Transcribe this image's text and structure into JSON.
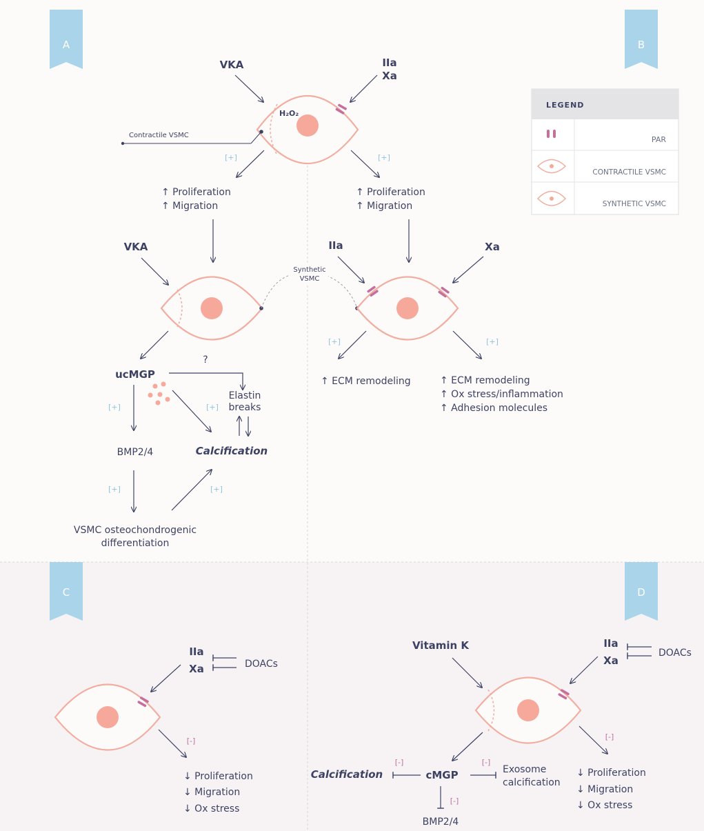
{
  "panels": {
    "a": "A",
    "b": "B",
    "c": "C",
    "d": "D"
  },
  "legend": {
    "title": "LEGEND",
    "par": "PAR",
    "contractile": "CONTRACTILE VSMC",
    "synthetic": "SYNTHETIC VSMC"
  },
  "panel_a": {
    "vka": "VKA",
    "h2o2": "H₂O₂",
    "contractile_label": "Contractile VSMC",
    "plus": "[+]",
    "prolif": "↑  Proliferation",
    "migration": "↑  Migration",
    "vka2": "VKA",
    "synthetic_label_1": "Synthetic",
    "synthetic_label_2": "VSMC",
    "ucmgp": "ucMGP",
    "question": "?",
    "elastin_1": "Elastin",
    "elastin_2": "breaks",
    "bmp": "BMP2/4",
    "calcification": "Calcification",
    "diff_1": "VSMC osteochondrogenic",
    "diff_2": "differentiation"
  },
  "panel_b": {
    "iia": "IIa",
    "xa": "Xa",
    "plus": "[+]",
    "prolif": "↑  Proliferation",
    "migration": "↑  Migration",
    "iia2": "IIa",
    "xa2": "Xa",
    "ecm_left": "↑ ECM remodeling",
    "ecm_right": "↑  ECM remodeling",
    "ox": "↑  Ox stress/inflammation",
    "adhesion": "↑  Adhesion molecules"
  },
  "panel_c": {
    "iia": "IIa",
    "xa": "Xa",
    "doacs": "DOACs",
    "minus": "[-]",
    "prolif": "↓  Proliferation",
    "migration": "↓  Migration",
    "ox": "↓  Ox stress"
  },
  "panel_d": {
    "vitk": "Vitamin K",
    "iia": "IIa",
    "xa": "Xa",
    "doacs": "DOACs",
    "minus": "[-]",
    "calcification": "Calcification",
    "cmgp": "cMGP",
    "exosome_1": "Exosome",
    "exosome_2": "calcification",
    "bmp": "BMP2/4",
    "prolif": "↓  Proliferation",
    "migration": "↓  Migration",
    "ox": "↓  Ox stress"
  },
  "colors": {
    "ink": "#3d4263",
    "cell": "#f1aea0",
    "nucleus": "#f6a99b",
    "par": "#c5709c",
    "ribbon": "#a9d4ea",
    "plus": "#8fc3e0",
    "minus": "#c36f9d",
    "bottom_bg": "#f7f3f5"
  }
}
